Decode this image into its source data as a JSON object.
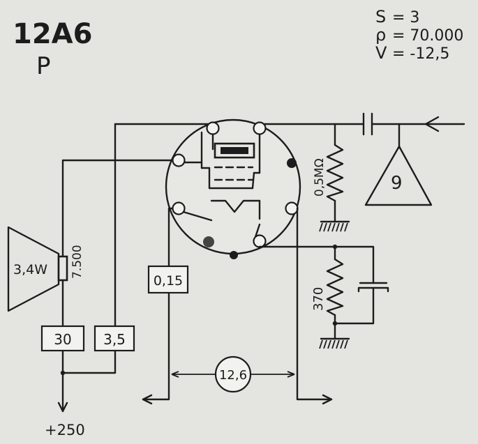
{
  "header": {
    "tube_type": "12A6",
    "tube_class": "P"
  },
  "parameters": [
    {
      "symbol": "S",
      "value": "= 3"
    },
    {
      "symbol": "ρ",
      "value": "= 70.000"
    },
    {
      "symbol": "V",
      "value": "= -12,5"
    }
  ],
  "components": {
    "speaker_power": "3,4W",
    "transformer_impedance": "7.500",
    "plate_current": "30",
    "screen_current": "3,5",
    "heater_current": "0,15",
    "heater_voltage": "12,6",
    "grid_resistor": "0,5MΩ",
    "cathode_resistor": "370",
    "driver_stage": "9",
    "supply_voltage": "+250"
  },
  "colors": {
    "paper": "#e4e4e0",
    "ink": "#1c1c1c"
  }
}
